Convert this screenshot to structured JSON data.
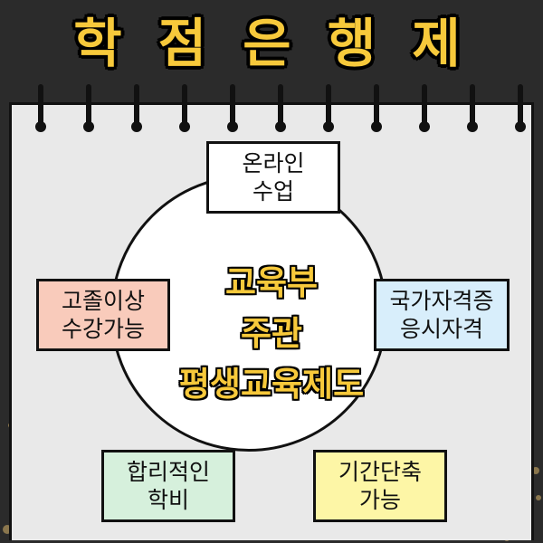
{
  "title": "학 점 은 행 제",
  "center": {
    "line1": "교육부",
    "line2": "주관",
    "line3": "평생교육제도"
  },
  "features": {
    "top": {
      "line1": "온라인",
      "line2": "수업",
      "color": "#ffffff"
    },
    "left": {
      "line1": "고졸이상",
      "line2": "수강가능",
      "color": "#f9cbbb"
    },
    "right": {
      "line1": "국가자격증",
      "line2": "응시자격",
      "color": "#d8eefb"
    },
    "bottom_left": {
      "line1": "합리적인",
      "line2": "학비",
      "color": "#d6f0dc"
    },
    "bottom_right": {
      "line1": "기간단축",
      "line2": "가능",
      "color": "#fdf6a6"
    }
  },
  "colors": {
    "title": "#f7c93b",
    "background": "#2b2b2b",
    "paper": "#e9e9e9"
  }
}
